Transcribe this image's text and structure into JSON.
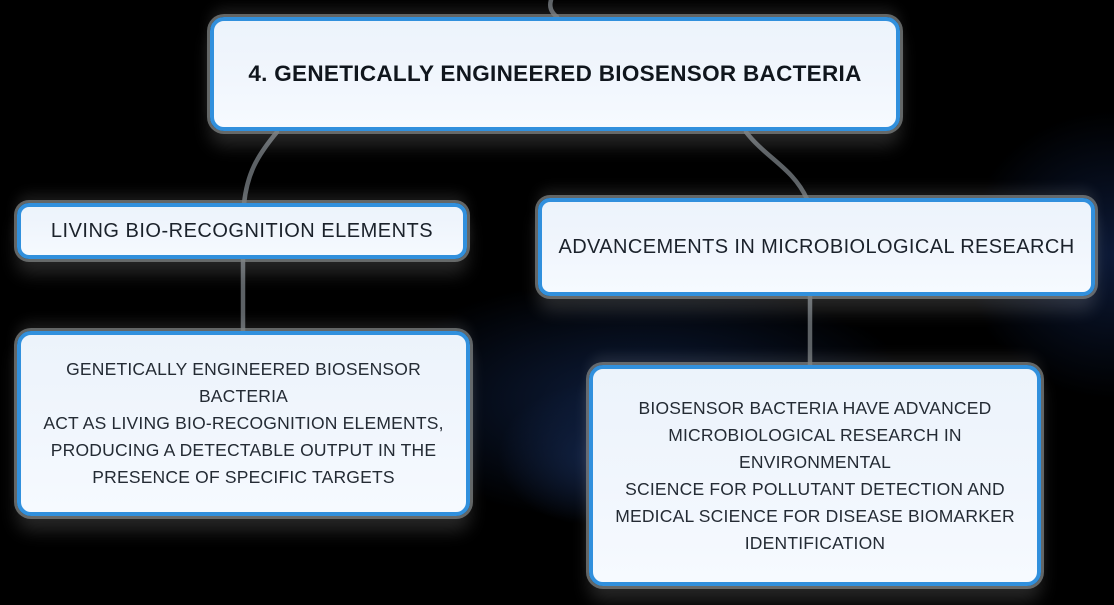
{
  "mindmap": {
    "root_label": "4. GENETICALLY ENGINEERED BIOSENSOR BACTERIA",
    "branches": [
      {
        "topic": "LIVING BIO-RECOGNITION ELEMENTS",
        "detail": "GENETICALLY ENGINEERED BIOSENSOR BACTERIA\nACT AS LIVING BIO-RECOGNITION ELEMENTS,\nPRODUCING A DETECTABLE OUTPUT IN THE\nPRESENCE OF SPECIFIC TARGETS"
      },
      {
        "topic": "ADVANCEMENTS IN MICROBIOLOGICAL RESEARCH",
        "detail": "BIOSENSOR BACTERIA HAVE ADVANCED\nMICROBIOLOGICAL RESEARCH IN ENVIRONMENTAL\nSCIENCE FOR POLLUTANT DETECTION AND\nMEDICAL SCIENCE FOR DISEASE BIOMARKER\nIDENTIFICATION"
      }
    ],
    "colors": {
      "node_border": "#3190dd",
      "node_fill": "#eef4fc",
      "node_outline_gray": "#7d8281",
      "root_text": "#10161d",
      "body_text": "#242b34",
      "connector": "#5c6165",
      "background": "#000000",
      "background_glow": "#0e1e3e"
    }
  }
}
